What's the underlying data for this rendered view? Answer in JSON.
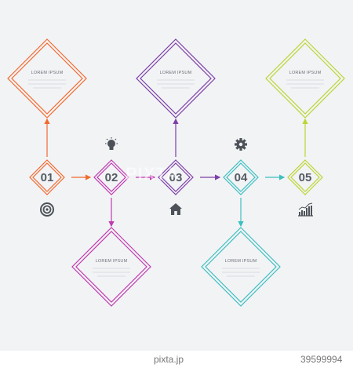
{
  "steps": [
    {
      "number": "01",
      "color": "#f26a2e",
      "callout_title": "LOREM IPSUM",
      "callout_side": "top",
      "icon": "target-icon"
    },
    {
      "number": "02",
      "color": "#c03ab0",
      "callout_title": "LOREM IPSUM",
      "callout_side": "bottom",
      "icon": "lightbulb-icon"
    },
    {
      "number": "03",
      "color": "#7c3fa8",
      "callout_title": "LOREM IPSUM",
      "callout_side": "top",
      "icon": "home-icon"
    },
    {
      "number": "04",
      "color": "#3dbfc0",
      "callout_title": "LOREM IPSUM",
      "callout_side": "bottom",
      "icon": "gear-icon"
    },
    {
      "number": "05",
      "color": "#bcd435",
      "callout_title": "LOREM IPSUM",
      "callout_side": "top",
      "icon": "bar-chart-icon"
    }
  ],
  "watermark": "PIXTA",
  "footer": {
    "brand": "pixta.jp",
    "image_id": "39599994"
  }
}
